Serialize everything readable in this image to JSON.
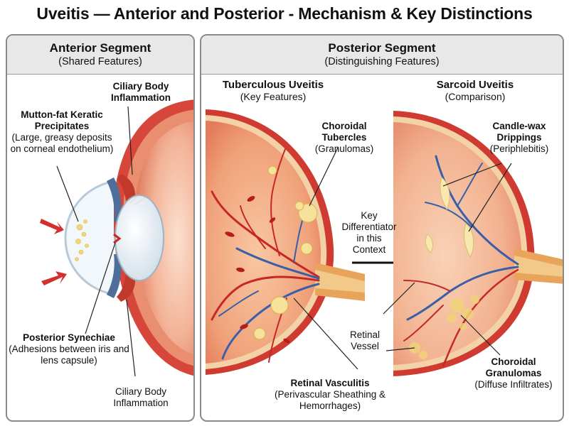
{
  "title": "Uveitis — Anterior and Posterior - Mechanism & Key Distinctions",
  "anterior": {
    "heading": "Anterior Segment",
    "subheading": "(Shared Features)",
    "labels": {
      "ciliary_top": "Ciliary Body Inflammation",
      "kp_title": "Mutton-fat Keratic Precipitates",
      "kp_desc": "(Large, greasy deposits on corneal endothelium)",
      "synechiae_title": "Posterior Synechiae",
      "synechiae_desc": "(Adhesions between iris and lens capsule)",
      "ciliary_bottom": "Ciliary Body Inflammation"
    }
  },
  "posterior": {
    "heading": "Posterior Segment",
    "subheading": "(Distinguishing Features)",
    "tb": {
      "title": "Tuberculous Uveitis",
      "subtitle": "(Key Features)",
      "tubercles_title": "Choroidal Tubercles",
      "tubercles_desc": "(Granulomas)",
      "vasculitis_title": "Retinal Vasculitis",
      "vasculitis_desc": "(Perivascular Sheathing & Hemorrhages)"
    },
    "key_diff": "Key Differentiator in this Context",
    "sarcoid": {
      "title": "Sarcoid Uveitis",
      "subtitle": "(Comparison)",
      "candle_title": "Candle-wax Drippings",
      "candle_desc": "(Periphlebitis)",
      "retinal_vessel": "Retinal Vessel",
      "granulomas_title": "Choroidal Granulomas",
      "granulomas_desc": "(Diffuse Infiltrates)"
    }
  },
  "colors": {
    "sclera": "#c0392b",
    "choroid": "#e87a5a",
    "retina_fill": "#f6b58a",
    "lens": "#eef4f8",
    "iris": "#4f6f9a",
    "vein": "#3a5fa8",
    "artery": "#c62828",
    "precipitate": "#f0d77a",
    "arrow_red": "#d32f2f"
  },
  "icons": [
    "red-arrow-icon",
    "black-arrow-icon"
  ]
}
